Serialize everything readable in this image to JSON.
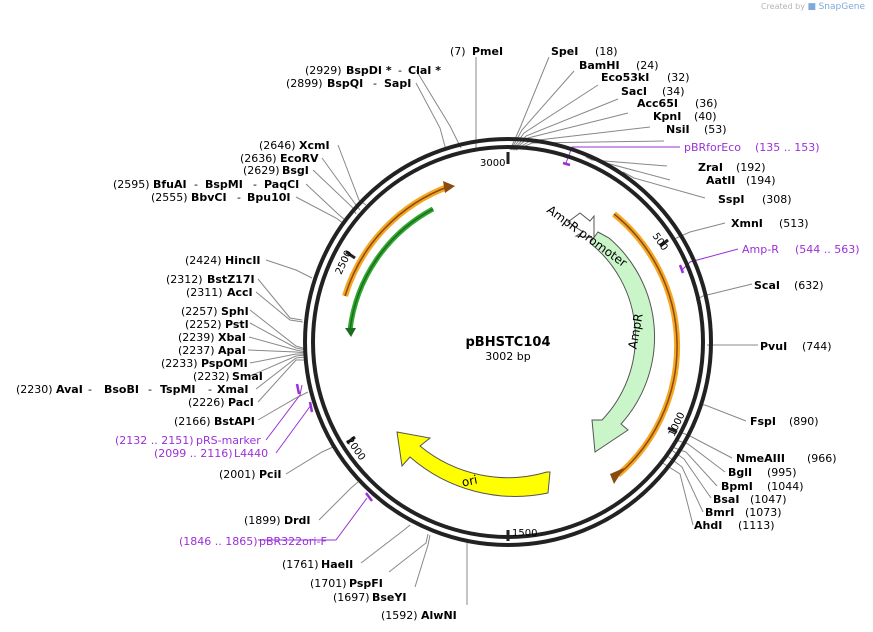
{
  "credit": {
    "prefix": "Created by",
    "brand": "SnapGene"
  },
  "plasmid": {
    "name": "pBHSTC104",
    "size_label": "3002 bp"
  },
  "ticks": [
    "3000",
    "500",
    "1000",
    "1500",
    "2000",
    "2500"
  ],
  "features": {
    "amp_promoter": "AmpR promoter",
    "ampr": "AmpR",
    "ori": "ori"
  },
  "sites_top": [
    {
      "pos": "(7)",
      "name": "PmeI"
    },
    {
      "name": "SpeI",
      "pos": "(18)"
    },
    {
      "name": "BamHI",
      "pos": "(24)"
    },
    {
      "name": "Eco53kI",
      "pos": "(32)"
    },
    {
      "name": "SacI",
      "pos": "(34)"
    },
    {
      "name": "Acc65I",
      "pos": "(36)"
    },
    {
      "name": "KpnI",
      "pos": "(40)"
    },
    {
      "name": "NsiI",
      "pos": "(53)"
    }
  ],
  "sites_right": [
    {
      "name": "ZraI",
      "pos": "(192)"
    },
    {
      "name": "AatII",
      "pos": "(194)"
    },
    {
      "name": "SspI",
      "pos": "(308)"
    },
    {
      "name": "XmnI",
      "pos": "(513)"
    },
    {
      "name": "ScaI",
      "pos": "(632)"
    },
    {
      "name": "PvuI",
      "pos": "(744)"
    },
    {
      "name": "FspI",
      "pos": "(890)"
    },
    {
      "name": "NmeAIII",
      "pos": "(966)"
    },
    {
      "name": "BglI",
      "pos": "(995)"
    },
    {
      "name": "BpmI",
      "pos": "(1044)"
    },
    {
      "name": "BsaI",
      "pos": "(1047)"
    },
    {
      "name": "BmrI",
      "pos": "(1073)"
    },
    {
      "name": "AhdI",
      "pos": "(1113)"
    }
  ],
  "primers": [
    {
      "name": "pBRforEco",
      "range": "(135 .. 153)"
    },
    {
      "name": "Amp-R",
      "range": "(544 .. 563)"
    },
    {
      "range": "(2132 .. 2151)",
      "name": "pRS-marker"
    },
    {
      "range": "(2099 .. 2116)",
      "name": "L4440"
    },
    {
      "range": "(1846 .. 1865)",
      "name": "pBR322ori-F"
    }
  ],
  "sites_bottom": [
    {
      "pos": "(1592)",
      "name": "AlwNI"
    },
    {
      "pos": "(1697)",
      "name": "BseYI"
    },
    {
      "pos": "(1701)",
      "name": "PspFI"
    },
    {
      "pos": "(1761)",
      "name": "HaeII"
    },
    {
      "pos": "(1899)",
      "name": "DrdI"
    },
    {
      "pos": "(2001)",
      "name": "PciI"
    }
  ],
  "sites_left": [
    {
      "pos": "(2166)",
      "name": "BstAPI"
    },
    {
      "pos": "(2226)",
      "name": "PacI"
    },
    {
      "pos": "(2230)",
      "name": "AvaI",
      "extra1": "BsoBI",
      "extra2": "TspMI",
      "extra3": "XmaI"
    },
    {
      "pos": "(2232)",
      "name": "SmaI"
    },
    {
      "pos": "(2233)",
      "name": "PspOMI"
    },
    {
      "pos": "(2237)",
      "name": "ApaI"
    },
    {
      "pos": "(2239)",
      "name": "XbaI"
    },
    {
      "pos": "(2252)",
      "name": "PstI"
    },
    {
      "pos": "(2257)",
      "name": "SphI"
    },
    {
      "pos": "(2311)",
      "name": "AccI"
    },
    {
      "pos": "(2312)",
      "name": "BstZ17I"
    },
    {
      "pos": "(2424)",
      "name": "HincII"
    },
    {
      "pos": "(2555)",
      "name": "BbvCI",
      "extra1": "Bpu10I"
    },
    {
      "pos": "(2595)",
      "name": "BfuAI",
      "extra1": "BspMI",
      "extra2": "PaqCI"
    },
    {
      "pos": "(2629)",
      "name": "BsgI"
    },
    {
      "pos": "(2636)",
      "name": "EcoRV"
    },
    {
      "pos": "(2646)",
      "name": "XcmI"
    },
    {
      "pos": "(2899)",
      "name": "BspQI",
      "extra1": "SapI"
    },
    {
      "pos": "(2929)",
      "name": "BspDI *",
      "extra1": "ClaI *"
    }
  ],
  "colors": {
    "primer": "#9b30d8",
    "orange_feature": "#f5a623",
    "green_feature": "#2ea82e",
    "ampr_fill": "#c9f5c9",
    "ori_fill": "#ffff00"
  }
}
